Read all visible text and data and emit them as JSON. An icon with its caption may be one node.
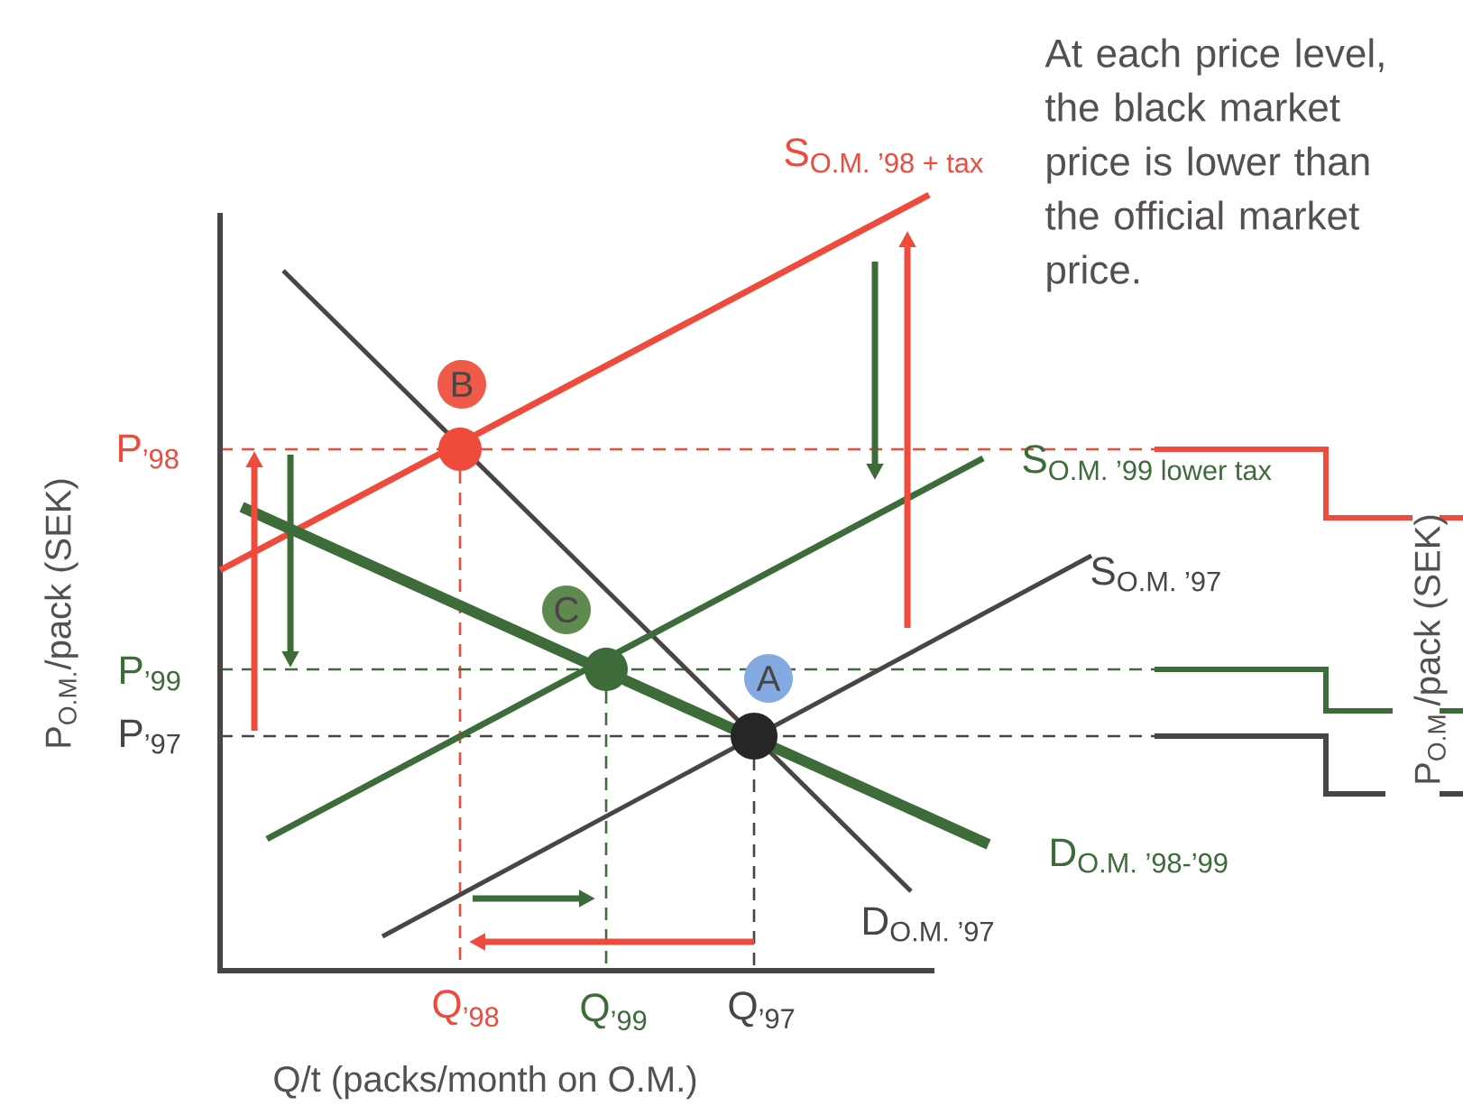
{
  "diagram": {
    "nodes": [
      {
        "text": [
          "B"
        ]
      },
      {
        "text": [
          "C"
        ]
      },
      {
        "text": [
          "A"
        ]
      }
    ],
    "labels": [
      "At each price level, the black market price is lower than the official market price.",
      "\\text{S}_{\\text{O.M. '98 + tax}}",
      "\\text{P}_{\\text{'98}}",
      "\\text{S}_{\\text{O.M. '99 lower tax}}",
      "\\text{S}_{\\text{O.M. '97}}",
      "\\text{P}_{\\text{'99}}",
      "\\text{P}_{\\text{'97}}",
      "\\text{D}_{\\text{O.M. '98-'99}}",
      "\\text{D}_{\\text{O.M. '97}}",
      "\\text{Q}_{\\text{'98}}",
      "\\text{Q}_{\\text{'99}}",
      "\\text{Q}_{\\text{'97}}",
      "Q/t (packs/month on O.M.)",
      "\\text{P}_{\\text{O.M.}}\\text{/pack (SEK)}",
      "\\text{P}_{\\text{O.M.}}\\text{/pack (SEK)}"
    ]
  }
}
